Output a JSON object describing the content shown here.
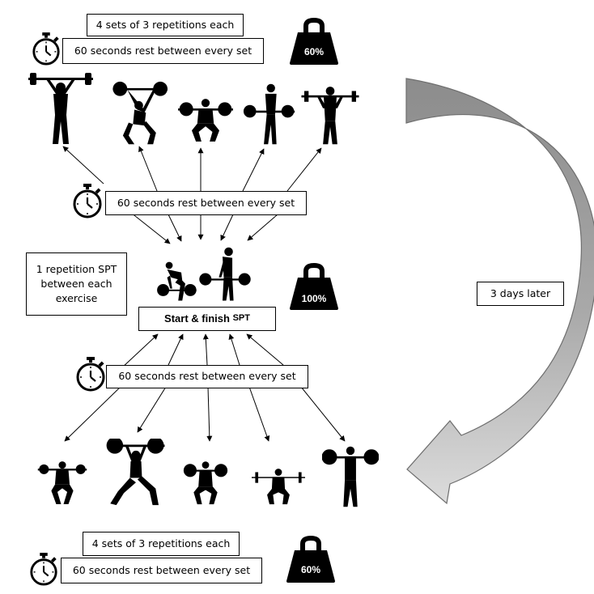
{
  "top": {
    "sets_text": "4 sets of 3 repetitions each",
    "rest_text": "60 seconds rest between every set",
    "weight": "60%"
  },
  "middle": {
    "rest_text_upper": "60 seconds rest between every set",
    "spt_text": "1 repetition SPT between each exercise",
    "start_finish_prefix": "Start & finish",
    "start_finish_suffix": "SPT",
    "weight": "100%",
    "rest_text_lower": "60 seconds rest between every set"
  },
  "side": {
    "label": "3 days later"
  },
  "bottom": {
    "sets_text": "4 sets of 3 repetitions each",
    "rest_text": "60 seconds rest between every set",
    "weight": "60%"
  },
  "icons": {
    "stopwatch": "stopwatch-icon",
    "weight": "kettlebell-weight-icon",
    "lifter": "weightlifter-silhouette-icon",
    "arrow": "curved-arrow-icon"
  },
  "colors": {
    "arrow_dark": "#8e8e8e",
    "arrow_light": "#d6d6d6",
    "silhouette": "#000000"
  }
}
